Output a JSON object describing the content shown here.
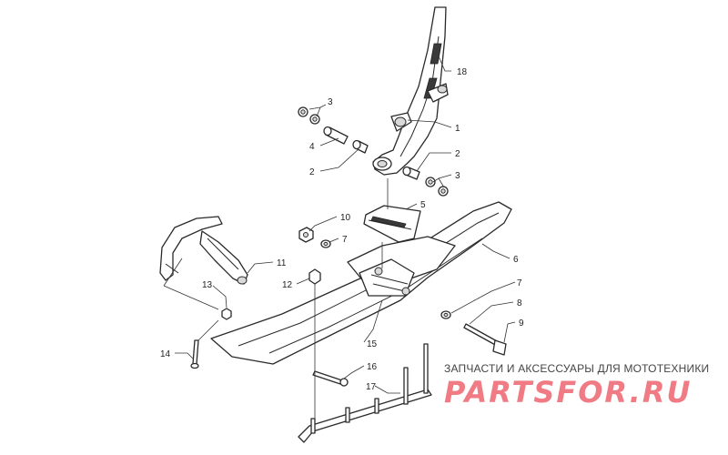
{
  "callouts": [
    {
      "id": "18",
      "label": "18"
    },
    {
      "id": "3a",
      "label": "3"
    },
    {
      "id": "1",
      "label": "1"
    },
    {
      "id": "4",
      "label": "4"
    },
    {
      "id": "2a",
      "label": "2"
    },
    {
      "id": "2b",
      "label": "2"
    },
    {
      "id": "3b",
      "label": "3"
    },
    {
      "id": "5",
      "label": "5"
    },
    {
      "id": "10",
      "label": "10"
    },
    {
      "id": "7a",
      "label": "7"
    },
    {
      "id": "6",
      "label": "6"
    },
    {
      "id": "11",
      "label": "11"
    },
    {
      "id": "12",
      "label": "12"
    },
    {
      "id": "13",
      "label": "13"
    },
    {
      "id": "7b",
      "label": "7"
    },
    {
      "id": "8",
      "label": "8"
    },
    {
      "id": "9",
      "label": "9"
    },
    {
      "id": "15",
      "label": "15"
    },
    {
      "id": "14",
      "label": "14"
    },
    {
      "id": "16",
      "label": "16"
    },
    {
      "id": "17",
      "label": "17"
    }
  ],
  "watermark": {
    "tagline": "ЗАПЧАСТИ И АКСЕССУАРЫ ДЛЯ МОТОТЕХНИКИ",
    "brand": "PARTSFOR.RU",
    "brand_color": "#f07b84"
  }
}
